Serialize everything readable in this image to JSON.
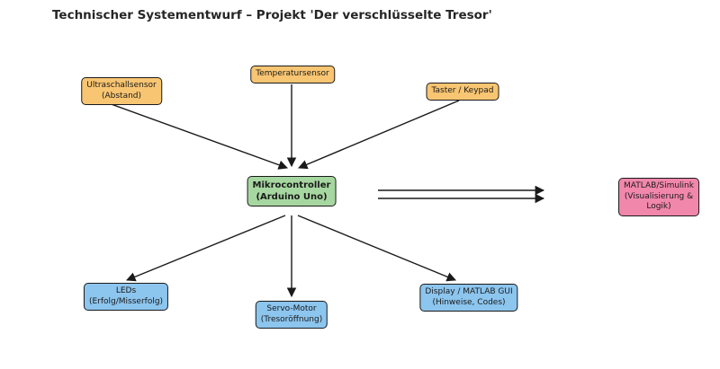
{
  "title": "Technischer Systementwurf – Projekt 'Der verschlüsselte Tresor'",
  "colors": {
    "background": "#ffffff",
    "sensor": "#f8c572",
    "controller": "#a6d7a0",
    "actuator": "#8cc5ee",
    "external": "#f287ac",
    "border": "#1a1a1a",
    "arrow": "#1a1a1a"
  },
  "nodes": {
    "ultraschallsensor": {
      "label": "Ultraschallsensor\n(Abstand)"
    },
    "temperatursensor": {
      "label": "Temperatursensor"
    },
    "taster_keypad": {
      "label": "Taster / Keypad"
    },
    "mikrocontroller": {
      "label": "Mikrocontroller\n(Arduino Uno)"
    },
    "matlab_simulink": {
      "label": "MATLAB/Simulink\n(Visualisierung & Logik)"
    },
    "leds": {
      "label": "LEDs\n(Erfolg/Misserfolg)"
    },
    "servo_motor": {
      "label": "Servo-Motor\n(Tresoröffnung)"
    },
    "display_gui": {
      "label": "Display / MATLAB GUI\n(Hinweise, Codes)"
    }
  }
}
